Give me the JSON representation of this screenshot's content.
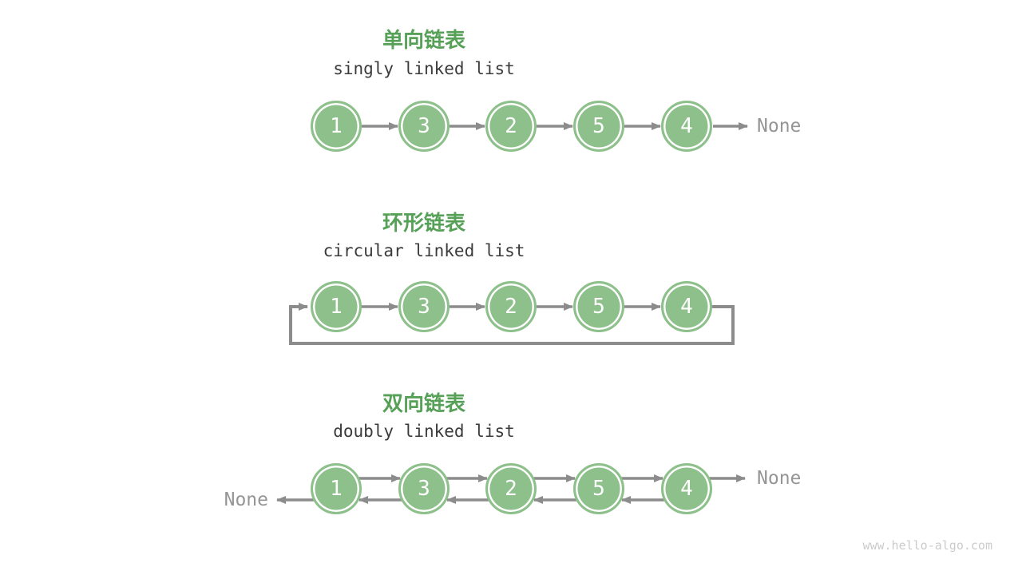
{
  "page": {
    "watermark": "www.hello-algo.com",
    "background": "#ffffff"
  },
  "palette": {
    "node_fill": "#8DC08A",
    "node_text": "#ffffff",
    "title_green": "#57A058",
    "subtitle_text": "#3B3B3B",
    "arrow_gray": "#8C8C8C",
    "none_text": "#959595",
    "watermark_text": "#CBCBCB"
  },
  "sections": [
    {
      "id": "singly",
      "title_zh": "单向链表",
      "title_en": "singly linked list",
      "nodes": [
        "1",
        "3",
        "2",
        "5",
        "4"
      ],
      "tail_label": "None"
    },
    {
      "id": "circular",
      "title_zh": "环形链表",
      "title_en": "circular linked list",
      "nodes": [
        "1",
        "3",
        "2",
        "5",
        "4"
      ]
    },
    {
      "id": "doubly",
      "title_zh": "双向链表",
      "title_en": "doubly linked list",
      "nodes": [
        "1",
        "3",
        "2",
        "5",
        "4"
      ],
      "head_label": "None",
      "tail_label": "None"
    }
  ]
}
